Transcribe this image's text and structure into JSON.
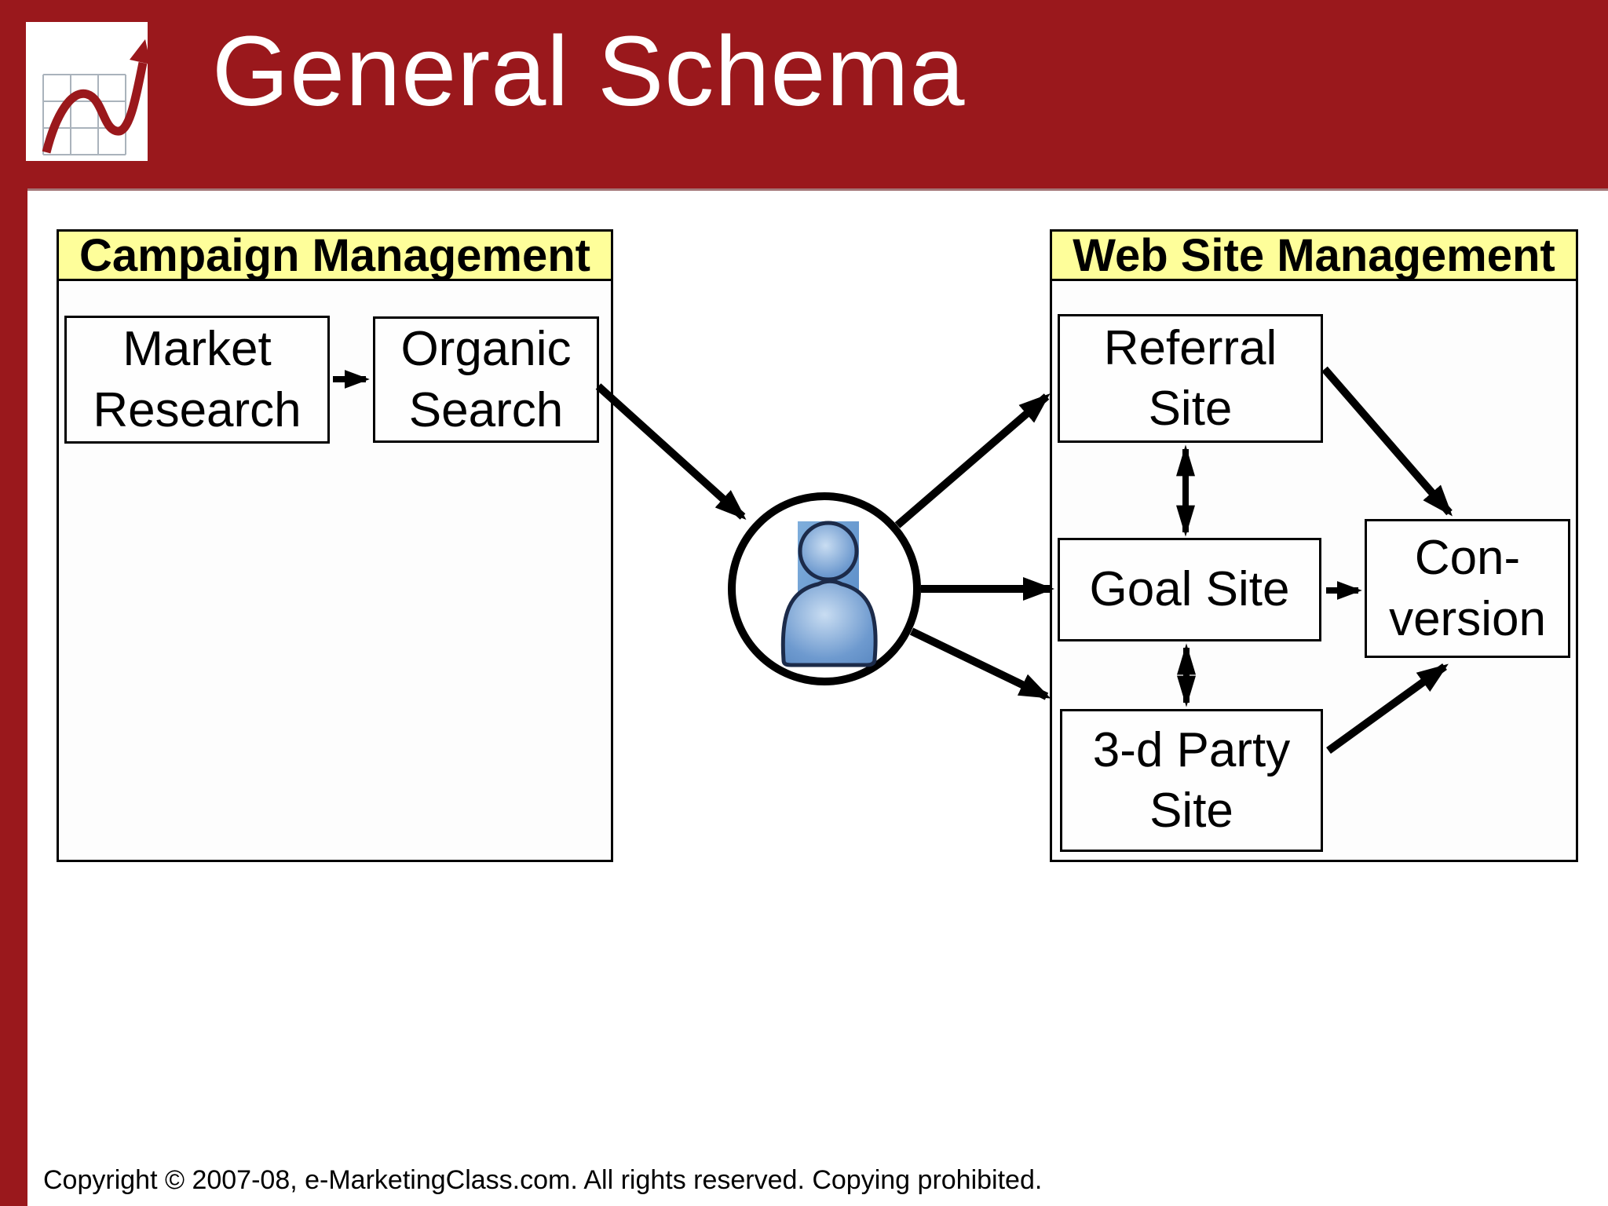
{
  "slide": {
    "title": "General Schema"
  },
  "colors": {
    "header_red": "#9A181C",
    "panel_header_yellow": "#FEFE9A",
    "box_border": "#000000",
    "arrow": "#000000",
    "person_blue": "#6B9CD4"
  },
  "panels": [
    {
      "id": "campaign-management",
      "title": "Campaign Management",
      "nodes": [
        {
          "id": "market-research",
          "label": "Market\nResearch"
        },
        {
          "id": "organic-search",
          "label": "Organic\nSearch"
        }
      ]
    },
    {
      "id": "web-site-management",
      "title": "Web Site Management",
      "nodes": [
        {
          "id": "referral-site",
          "label": "Referral\nSite"
        },
        {
          "id": "goal-site",
          "label": "Goal Site"
        },
        {
          "id": "third-party-site",
          "label": "3-d Party\nSite"
        },
        {
          "id": "conversion",
          "label": "Con-\nversion"
        }
      ]
    }
  ],
  "edges": [
    {
      "from": "market-research",
      "to": "organic-search",
      "type": "arrow"
    },
    {
      "from": "organic-search",
      "to": "visitor",
      "type": "arrow"
    },
    {
      "from": "visitor",
      "to": "referral-site",
      "type": "arrow"
    },
    {
      "from": "visitor",
      "to": "goal-site",
      "type": "arrow"
    },
    {
      "from": "visitor",
      "to": "third-party-site",
      "type": "arrow"
    },
    {
      "from": "referral-site",
      "to": "goal-site",
      "type": "double-arrow"
    },
    {
      "from": "goal-site",
      "to": "third-party-site",
      "type": "double-arrow"
    },
    {
      "from": "referral-site",
      "to": "conversion",
      "type": "arrow"
    },
    {
      "from": "goal-site",
      "to": "conversion",
      "type": "arrow"
    },
    {
      "from": "third-party-site",
      "to": "conversion",
      "type": "arrow"
    }
  ],
  "icons": {
    "logo": "line-chart-up-arrow-icon",
    "visitor": "person-icon"
  },
  "footer": {
    "copyright": "Copyright © 2007-08, e-MarketingClass.com. All rights reserved. Copying prohibited."
  }
}
